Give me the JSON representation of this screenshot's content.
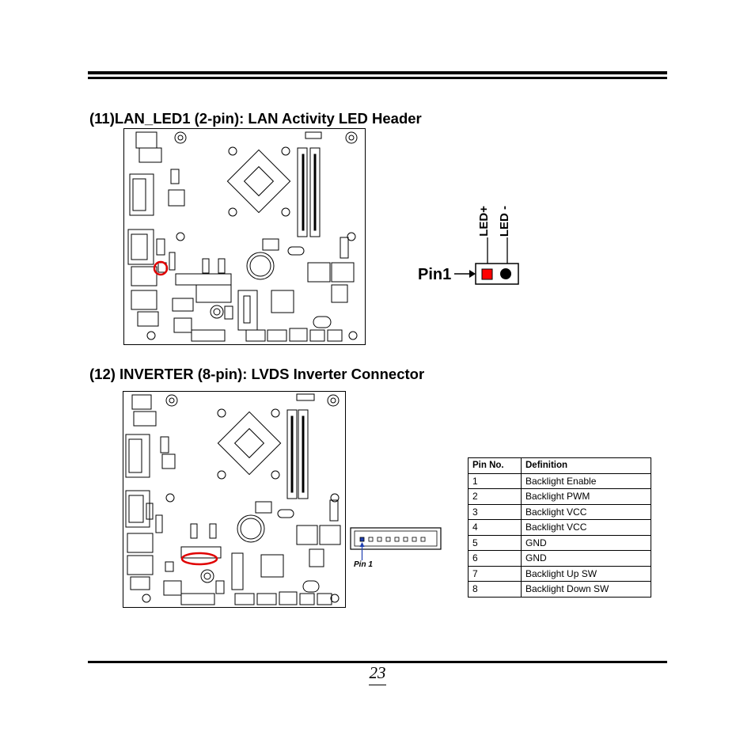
{
  "section11": {
    "heading": "(11)LAN_LED1 (2-pin): LAN Activity LED Header",
    "pin1_label": "Pin1",
    "led_plus": "LED+",
    "led_minus": "LED -"
  },
  "section12": {
    "heading": "(12) INVERTER (8-pin): LVDS Inverter Connector",
    "pin1_label": "Pin 1",
    "table": {
      "headers": [
        "Pin No.",
        "Definition"
      ],
      "rows": [
        [
          "1",
          "Backlight Enable"
        ],
        [
          "2",
          "Backlight PWM"
        ],
        [
          "3",
          "Backlight VCC"
        ],
        [
          "4",
          "Backlight VCC"
        ],
        [
          "5",
          "GND"
        ],
        [
          "6",
          "GND"
        ],
        [
          "7",
          "Backlight Up SW"
        ],
        [
          "8",
          "Backlight Down SW"
        ]
      ]
    }
  },
  "footer": {
    "page_number": "23"
  },
  "colors": {
    "highlight": "#e00000",
    "pin_marker": "#ff0000",
    "arrow": "#1f3fb0"
  }
}
